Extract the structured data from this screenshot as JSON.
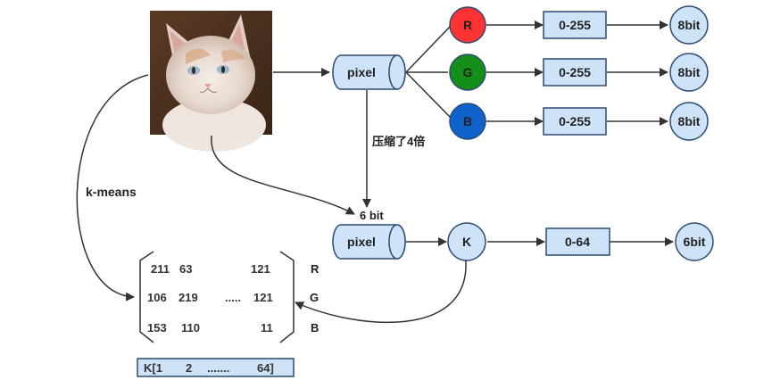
{
  "image": {
    "icon": "cat-photo"
  },
  "pixel_top": {
    "label": "pixel"
  },
  "pixel_bottom": {
    "label": "pixel"
  },
  "channels": [
    {
      "label": "R",
      "color": "#ff3333",
      "range": "0-255",
      "bits": "8bit"
    },
    {
      "label": "G",
      "color": "#14901a",
      "range": "0-255",
      "bits": "8bit"
    },
    {
      "label": "B",
      "color": "#1063cc",
      "range": "0-255",
      "bits": "8bit"
    }
  ],
  "compress_label": "压缩了4倍",
  "six_bit_label": "6 bit",
  "kmeans_label": "k-means",
  "k_node": {
    "label": "K",
    "range": "0-64",
    "bits": "6bit"
  },
  "matrix": {
    "rows": [
      {
        "c1": "211",
        "c2": "63",
        "dots": "",
        "last": "121",
        "channel": "R"
      },
      {
        "c1": "106",
        "c2": "219",
        "dots": ".....",
        "last": "121",
        "channel": "G"
      },
      {
        "c1": "153",
        "c2": "110",
        "dots": "",
        "last": "11",
        "channel": "B"
      }
    ]
  },
  "k_index": {
    "k": "K[1",
    "two": "2",
    "dots": ".......",
    "last": "64]"
  },
  "colors": {
    "node_fill": "#cfe3f8",
    "node_stroke": "#2b4a73",
    "edge": "#333333"
  }
}
